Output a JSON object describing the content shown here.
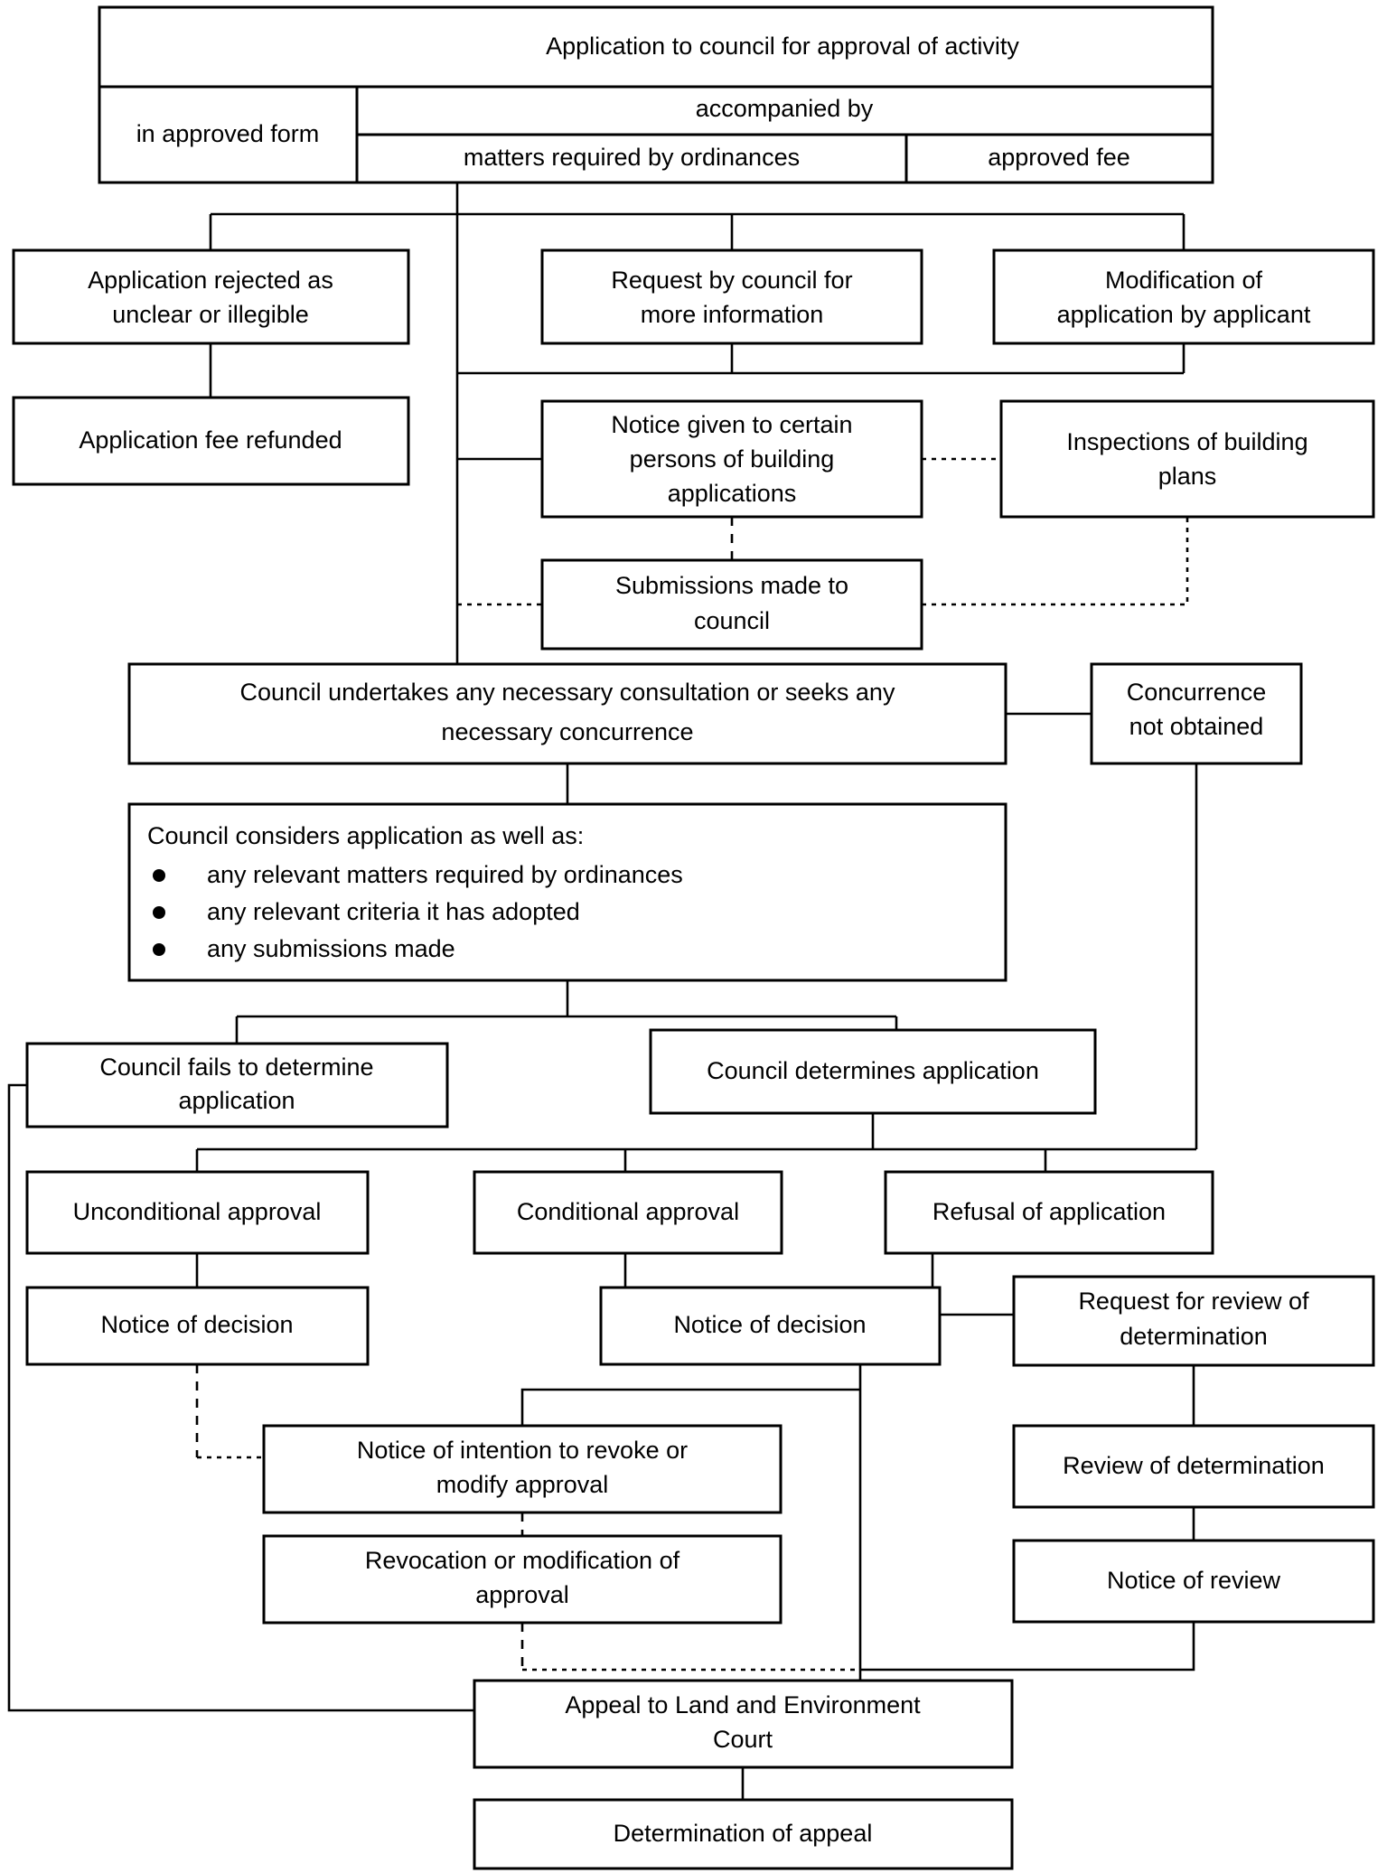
{
  "diagram": {
    "title": "Application to council for approval of activity flowchart",
    "line_color": "#000000",
    "box_fill": "#ffffff"
  },
  "nodes": {
    "application_header": "Application to council for approval of activity",
    "in_approved_form": "in approved form",
    "accompanied_by": "accompanied by",
    "matters_required": "matters required by ordinances",
    "approved_fee": "approved fee",
    "app_rejected_l1": "Application rejected as",
    "app_rejected_l2": "unclear or illegible",
    "request_more_info_l1": "Request by council for",
    "request_more_info_l2": "more information",
    "modification_l1": "Modification of",
    "modification_l2": "application by applicant",
    "fee_refunded": "Application fee refunded",
    "notice_given_l1": "Notice given to certain",
    "notice_given_l2": "persons of building",
    "notice_given_l3": "applications",
    "inspections_l1": "Inspections of building",
    "inspections_l2": "plans",
    "submissions_l1": "Submissions made to",
    "submissions_l2": "council",
    "consultation_l1": "Council undertakes any necessary consultation or seeks any",
    "consultation_l2": "necessary concurrence",
    "concurrence_l1": "Concurrence",
    "concurrence_l2": "not obtained",
    "considers_heading": "Council considers application as well as:",
    "considers_bullet_1": "any relevant matters required by ordinances",
    "considers_bullet_2": "any relevant criteria it has adopted",
    "considers_bullet_3": "any submissions made",
    "fails_determine_l1": "Council fails to determine",
    "fails_determine_l2": "application",
    "determines_application": "Council determines application",
    "unconditional_approval": "Unconditional approval",
    "conditional_approval": "Conditional approval",
    "refusal_of_application": "Refusal of application",
    "notice_decision_left": "Notice of decision",
    "notice_decision_mid": "Notice of decision",
    "request_review_l1": "Request for review of",
    "request_review_l2": "determination",
    "notice_intention_l1": "Notice of intention to revoke or",
    "notice_intention_l2": "modify approval",
    "review_determination": "Review of determination",
    "revocation_l1": "Revocation or modification of",
    "revocation_l2": "approval",
    "notice_of_review": "Notice of review",
    "appeal_court_l1": "Appeal to Land and Environment",
    "appeal_court_l2": "Court",
    "determination_appeal": "Determination of appeal"
  }
}
